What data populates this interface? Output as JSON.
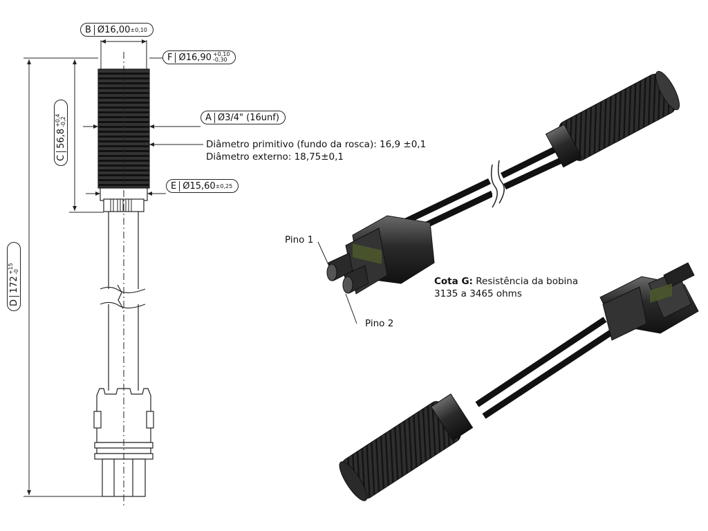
{
  "dimensions": {
    "B": {
      "letter": "B",
      "value": "Ø16,00",
      "tol": "±0,10"
    },
    "F": {
      "letter": "F",
      "value": "Ø16,90",
      "tol_upper": "+0,10",
      "tol_lower": "-0,30"
    },
    "A": {
      "letter": "A",
      "value": "Ø3/4\" (16unf)"
    },
    "E": {
      "letter": "E",
      "value": "Ø15,60",
      "tol": "±0,25"
    },
    "C": {
      "letter": "C",
      "value": "56,8",
      "tol_upper": "+0,4",
      "tol_lower": "-0,2"
    },
    "D": {
      "letter": "D",
      "value": "172",
      "tol_upper": "+15",
      "tol_lower": "-0"
    }
  },
  "notes": {
    "thread_line1": "Diâmetro primitivo (fundo da rosca): 16,9 ±0,1",
    "thread_line2": "Diâmetro externo: 18,75±0,1",
    "cota_label": "Cota G:",
    "cota_text": "Resistência da bobina",
    "cota_line2": "3135 a 3465 ohms"
  },
  "pins": {
    "pin1": "Pino 1",
    "pin2": "Pino 2"
  },
  "colors": {
    "line": "#222222",
    "part_dark": "#2b2b2b",
    "part_mid": "#444444",
    "part_light": "#5a5a5a"
  }
}
